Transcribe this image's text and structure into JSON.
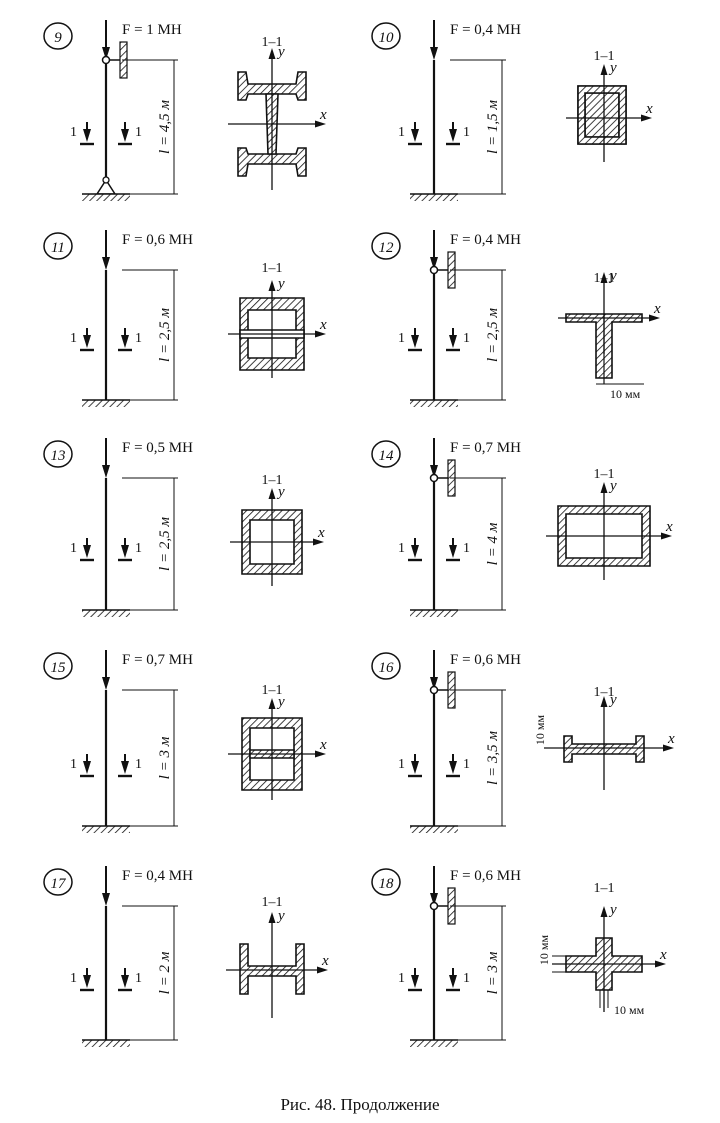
{
  "caption": "Рис. 48. Продолжение",
  "section_label": "1–1",
  "axis_x": "x",
  "axis_y": "y",
  "section_mark": "1",
  "problems": [
    {
      "id": "9",
      "force": "F = 1 МН",
      "length": "l = 4,5 м",
      "top_support": "pin",
      "bottom_support": "pin",
      "section": "two-channels-back"
    },
    {
      "id": "10",
      "force": "F = 0,4 МН",
      "length": "l = 1,5 м",
      "top_support": "free",
      "bottom_support": "fixed",
      "section": "channel-box"
    },
    {
      "id": "11",
      "force": "F = 0,6 МН",
      "length": "l = 2,5 м",
      "top_support": "free",
      "bottom_support": "fixed",
      "section": "two-channels-web"
    },
    {
      "id": "12",
      "force": "F = 0,4 МН",
      "length": "l = 2,5 м",
      "top_support": "pin",
      "bottom_support": "fixed",
      "section": "tee-angles",
      "dims": [
        "10 мм"
      ]
    },
    {
      "id": "13",
      "force": "F = 0,5 МН",
      "length": "l = 2,5 м",
      "top_support": "free",
      "bottom_support": "fixed",
      "section": "closed-box"
    },
    {
      "id": "14",
      "force": "F = 0,7 МН",
      "length": "l = 4 м",
      "top_support": "pin",
      "bottom_support": "fixed",
      "section": "wide-box"
    },
    {
      "id": "15",
      "force": "F = 0,7 МН",
      "length": "l = 3 м",
      "top_support": "free",
      "bottom_support": "fixed",
      "section": "i-beam-channels"
    },
    {
      "id": "16",
      "force": "F = 0,6 МН",
      "length": "l = 3,5 м",
      "top_support": "pin",
      "bottom_support": "fixed",
      "section": "angles-plate",
      "dims": [
        "10 мм"
      ]
    },
    {
      "id": "17",
      "force": "F = 0,4 МН",
      "length": "l = 2 м",
      "top_support": "free",
      "bottom_support": "fixed",
      "section": "channel-flanges"
    },
    {
      "id": "18",
      "force": "F = 0,6 МН",
      "length": "l = 3 м",
      "top_support": "pin",
      "bottom_support": "fixed",
      "section": "cross-angles",
      "dims": [
        "10 мм",
        "10 мм"
      ]
    }
  ]
}
